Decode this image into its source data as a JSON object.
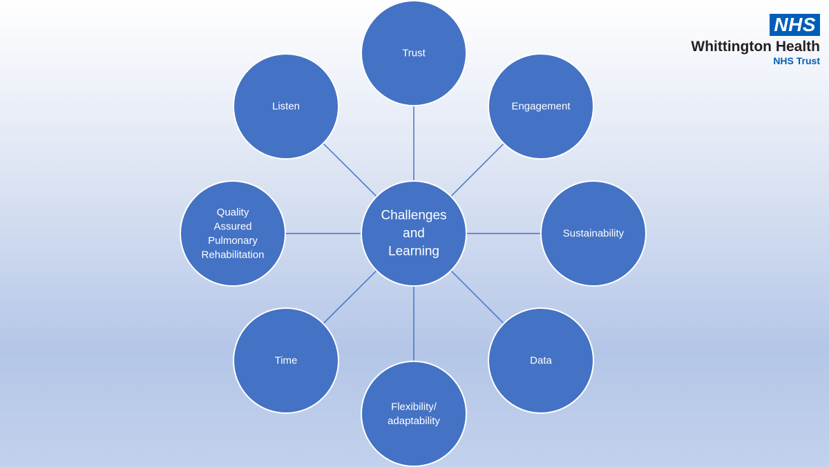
{
  "diagram": {
    "center": {
      "lines": [
        "Challenges",
        "and",
        "Learning"
      ]
    },
    "nodes": [
      {
        "id": "trust",
        "lines": [
          "Trust"
        ]
      },
      {
        "id": "engagement",
        "lines": [
          "Engagement"
        ]
      },
      {
        "id": "sustainability",
        "lines": [
          "Sustainability"
        ]
      },
      {
        "id": "data",
        "lines": [
          "Data"
        ]
      },
      {
        "id": "flexibility",
        "lines": [
          "Flexibility/",
          "adaptability"
        ]
      },
      {
        "id": "time",
        "lines": [
          "Time"
        ]
      },
      {
        "id": "quality",
        "lines": [
          "Quality",
          "Assured",
          "Pulmonary",
          "Rehabilitation"
        ]
      },
      {
        "id": "listen",
        "lines": [
          "Listen"
        ]
      }
    ]
  },
  "logo": {
    "mark": "NHS",
    "name": "Whittington Health",
    "subtitle": "NHS Trust"
  },
  "colors": {
    "node_fill": "#4472c4",
    "nhs_blue": "#005eb8"
  }
}
